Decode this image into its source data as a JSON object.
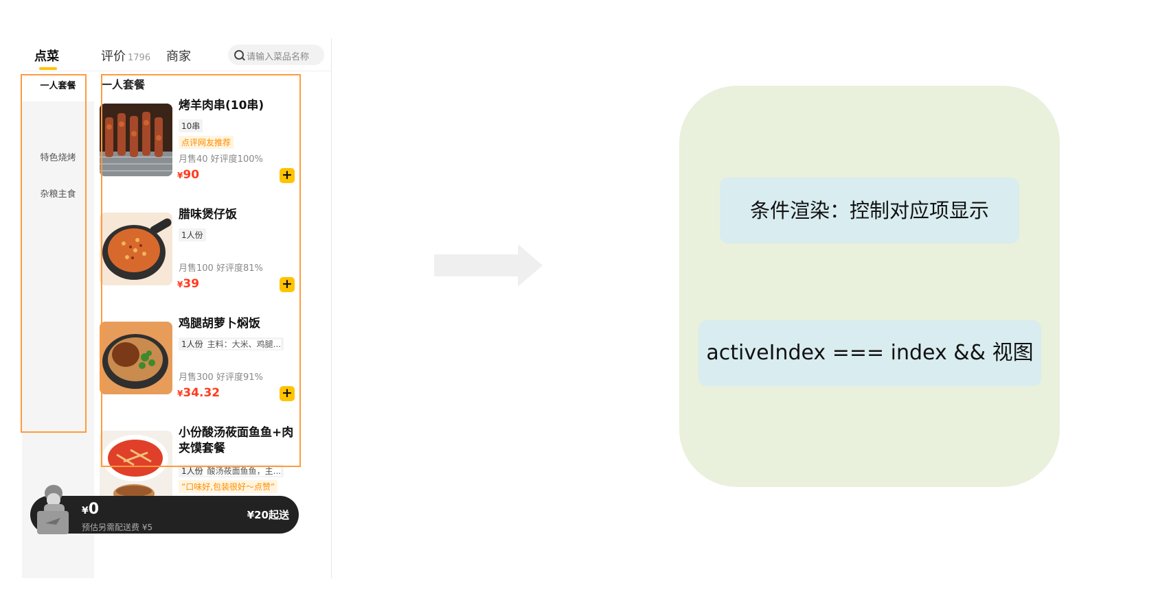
{
  "app": {
    "tabs": [
      {
        "label": "点菜"
      },
      {
        "label": "评价",
        "count": "1796"
      },
      {
        "label": "商家"
      }
    ],
    "search": {
      "placeholder": "请输入菜品名称"
    }
  },
  "sidebar": {
    "categories": [
      {
        "label": "一人套餐",
        "active": true
      },
      {
        "label": "特色烧烤"
      },
      {
        "label": "杂粮主食"
      }
    ]
  },
  "menu": {
    "section_title": "一人套餐",
    "currency": "¥",
    "add_label": "+",
    "items": [
      {
        "name": "烤羊肉串(10串)",
        "tag": "10串",
        "recommend": "点评网友推荐",
        "stats": "月售40  好评度100%",
        "price": "90"
      },
      {
        "name": "腊味煲仔饭",
        "tag": "1人份",
        "stats": "月售100  好评度81%",
        "price": "39"
      },
      {
        "name": "鸡腿胡萝卜焖饭",
        "tag": "1人份",
        "desc": "主料：大米、鸡腿...",
        "stats": "月售300  好评度91%",
        "price": "34.32"
      },
      {
        "name": "小份酸汤莜面鱼鱼+肉夹馍套餐",
        "tag": "1人份",
        "desc": "酸汤莜面鱼鱼，主...",
        "recommend": "“口味好,包装很好～点赞”"
      }
    ]
  },
  "cart": {
    "currency": "¥",
    "total": "0",
    "delivery_fee": "预估另需配送费 ¥5",
    "minimum": "¥20起送"
  },
  "annotations": {
    "note_1": "条件渲染：控制对应项显示",
    "note_2": "activeIndex === index && 视图"
  },
  "colors": {
    "accent": "#ffc300",
    "price": "#ff3b1e",
    "highlight_outline": "#ff9a3c",
    "panel_green": "#e9f0dc",
    "note_blue": "#d9ecef"
  }
}
